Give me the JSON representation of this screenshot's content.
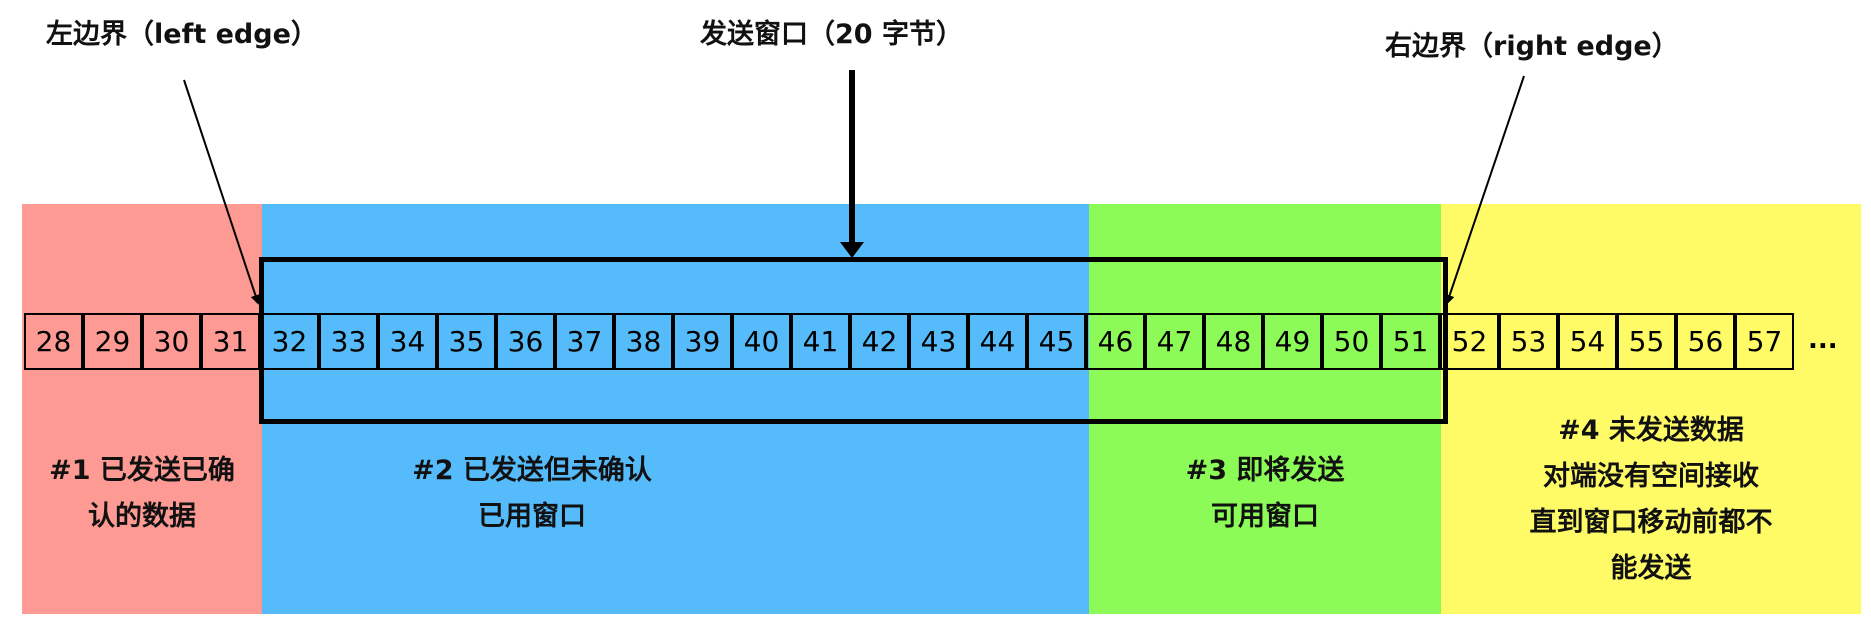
{
  "labels": {
    "left_edge": "左边界（left edge）",
    "window": "发送窗口（20 字节）",
    "right_edge": "右边界（right edge）"
  },
  "regions": [
    {
      "lines": [
        "#1 已发送已确",
        "认的数据"
      ],
      "color": "#fd9a94"
    },
    {
      "lines": [
        "#2 已发送但未确认",
        "已用窗口"
      ],
      "color": "#55bbfa"
    },
    {
      "lines": [
        "#3 即将发送",
        "可用窗口"
      ],
      "color": "#8cfb58"
    },
    {
      "lines": [
        "#4 未发送数据",
        "对端没有空间接收",
        "直到窗口移动前都不",
        "能发送"
      ],
      "color": "#fffb67"
    }
  ],
  "bytes": [
    "28",
    "29",
    "30",
    "31",
    "32",
    "33",
    "34",
    "35",
    "36",
    "37",
    "38",
    "39",
    "40",
    "41",
    "42",
    "43",
    "44",
    "45",
    "46",
    "47",
    "48",
    "49",
    "50",
    "51",
    "52",
    "53",
    "54",
    "55",
    "56",
    "57"
  ],
  "ellipsis": "..."
}
